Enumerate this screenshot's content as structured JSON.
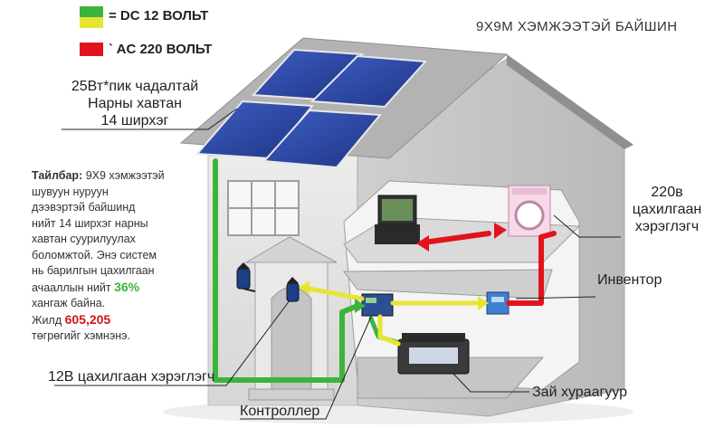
{
  "legend": {
    "dc_label": "= DC 12 ВОЛЬТ",
    "ac_label": "` AC 220 ВОЛЬТ",
    "dc_colors": [
      "#3cb43c",
      "#e6e632"
    ],
    "ac_color": "#e1141e"
  },
  "title": "9Х9М ХЭМЖЭЭТЭЙ БАЙШИН",
  "panel_label": {
    "line1": "25Вт*пик чадалтай",
    "line2": "Нарны хавтан",
    "line3": "14 ширхэг"
  },
  "note": {
    "heading": "Тайлбар:",
    "line1": " 9Х9 хэмжээтэй",
    "line2": "шувуун нуруун",
    "line3": "дээвэртэй байшинд",
    "line4": "нийт 14 ширхэг нарны",
    "line5": "хавтан суурилуулах",
    "line6": "боломжтой. Энэ систем",
    "line7": "нь барилгын цахилгаан",
    "line8_pre": "ачааллын нийт ",
    "percent": "36%",
    "line9": "хангаж байна.",
    "line10_pre": "Жилд ",
    "amount": "605,205",
    "line11": "төгрөгийг хэмнэнэ."
  },
  "labels": {
    "ac_load": {
      "line1": "220в",
      "line2": "цахилгаан",
      "line3": "хэрэглэгч"
    },
    "inverter": "Инвентор",
    "dc_load": "12В цахилгаан хэрэглэгч",
    "battery": "Зай хураагуур",
    "controller": "Контроллер"
  },
  "colors": {
    "wall": "#e4e4e4",
    "wall_shade": "#c9c9c9",
    "roof": "#a8a8a8",
    "solar": "#2d4aa8",
    "dc_green": "#3cb43c",
    "dc_yellow": "#e6e632",
    "ac_red": "#e1141e"
  }
}
